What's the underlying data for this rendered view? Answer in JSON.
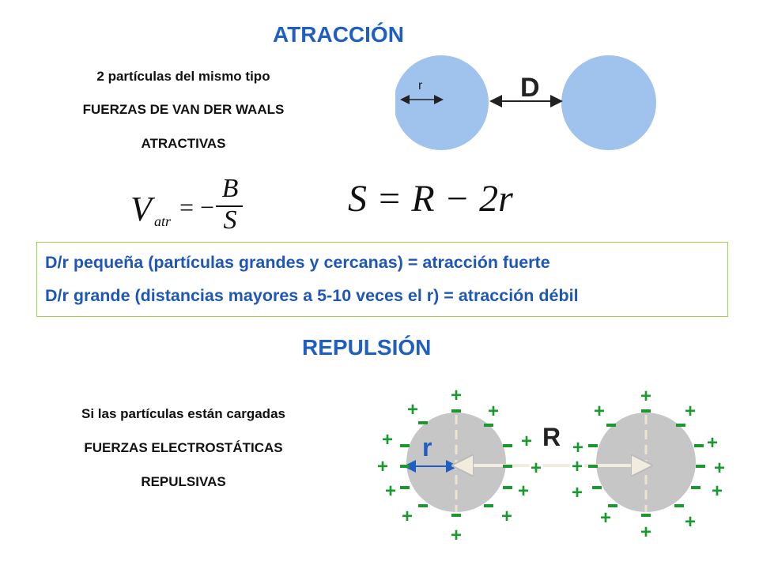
{
  "attraction": {
    "title": "ATRACCIÓN",
    "lines": [
      "2 partículas del mismo tipo",
      "FUERZAS DE VAN DER WAALS",
      "ATRACTIVAS"
    ],
    "small_label": "r",
    "distance_label": "D",
    "particle_color": "#9fc3ec"
  },
  "equations": {
    "v_symbol": "V",
    "v_sub": "atr",
    "v_rhs_sign": "= −",
    "v_num": "B",
    "v_den": "S",
    "s_eq": "S = R − 2r"
  },
  "box": {
    "line1": "D/r pequeña   (partículas grandes y cercanas)  = atracción fuerte",
    "line2": "D/r grande (distancias mayores a 5-10 veces el r) = atracción débil",
    "border_color": "#a9cf4f",
    "text_color": "#1f57b8"
  },
  "repulsion": {
    "title": "REPULSIÓN",
    "lines": [
      "Si las partículas están cargadas",
      "FUERZAS ELECTROSTÁTICAS",
      "REPULSIVAS"
    ],
    "radius_label": "r",
    "distance_label": "R",
    "particle_color": "#c6c6c6",
    "plus_sign": "+",
    "minus_sign": "-",
    "charge_color": "#1a9a2e"
  }
}
